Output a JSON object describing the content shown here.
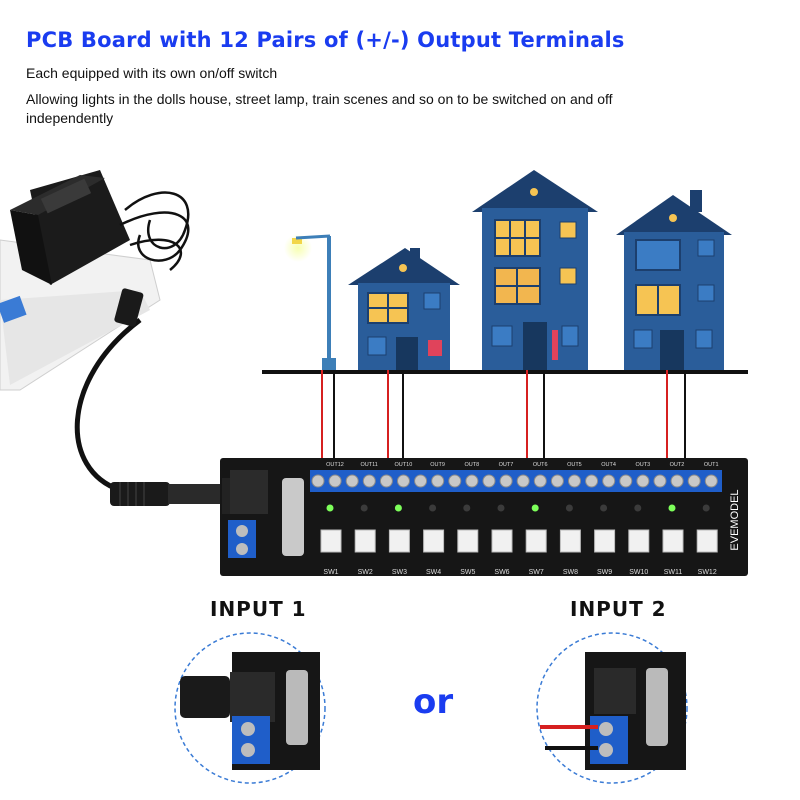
{
  "header": {
    "title": "PCB Board with 12 Pairs of (+/-) Output Terminals",
    "line1": "Each equipped with its own on/off switch",
    "line2": "Allowing lights in the dolls house, street lamp, train scenes and so on to be switched on and off independently"
  },
  "board": {
    "brand": "EVEMODEL",
    "switches": [
      "SW1",
      "SW2",
      "SW3",
      "SW4",
      "SW5",
      "SW6",
      "SW7",
      "SW8",
      "SW9",
      "SW10",
      "SW11",
      "SW12"
    ],
    "outputs": [
      "OUT12",
      "OUT11",
      "OUT10",
      "OUT9",
      "OUT8",
      "OUT7",
      "OUT6",
      "OUT5",
      "OUT4",
      "OUT3",
      "OUT2",
      "OUT1"
    ]
  },
  "inputs": {
    "input1": "INPUT 1",
    "input2": "INPUT 2",
    "or_label": "or"
  },
  "colors": {
    "title": "#1a3cf0",
    "pcb": "#161616",
    "terminal": "#1f5ec9",
    "house": "#2a5d9a",
    "roof": "#1c3f6e",
    "window_lit": "#f6c453"
  }
}
